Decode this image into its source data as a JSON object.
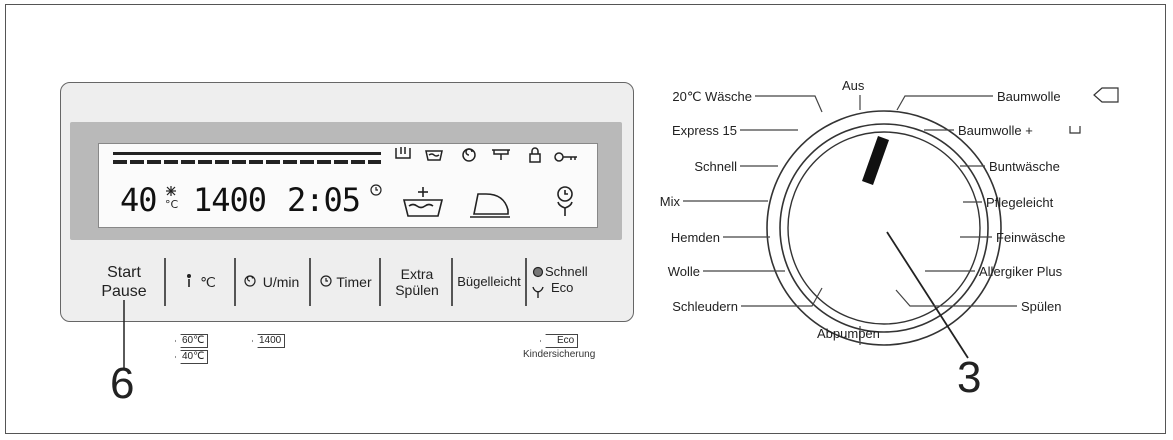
{
  "display": {
    "temperature": "40",
    "spin": "1400",
    "time": "2:05",
    "temp_unit": "°C"
  },
  "buttons": {
    "start_pause": [
      "Start",
      "Pause"
    ],
    "temperature": "℃",
    "spin": "U/min",
    "timer": "Timer",
    "extra_rinse": [
      "Extra",
      "Spülen"
    ],
    "easy_iron": "Bügelleicht",
    "quick_eco": [
      "Schnell",
      "Eco"
    ]
  },
  "tags": {
    "t60": "60℃",
    "t40": "40℃",
    "rpm1400": "1400",
    "eco": "Eco",
    "child_lock": "Kindersicherung"
  },
  "dial": {
    "top": "Aus",
    "bottom": "Abpumpen",
    "left": [
      "20℃ Wäsche",
      "Express 15",
      "Schnell",
      "Mix",
      "Hemden",
      "Wolle",
      "Schleudern"
    ],
    "right": [
      "Baumwolle",
      "Baumwolle +",
      "Buntwäsche",
      "Pflegeleicht",
      "Feinwäsche",
      "Allergiker Plus",
      "Spülen"
    ]
  },
  "callouts": {
    "left": "6",
    "right": "3"
  }
}
